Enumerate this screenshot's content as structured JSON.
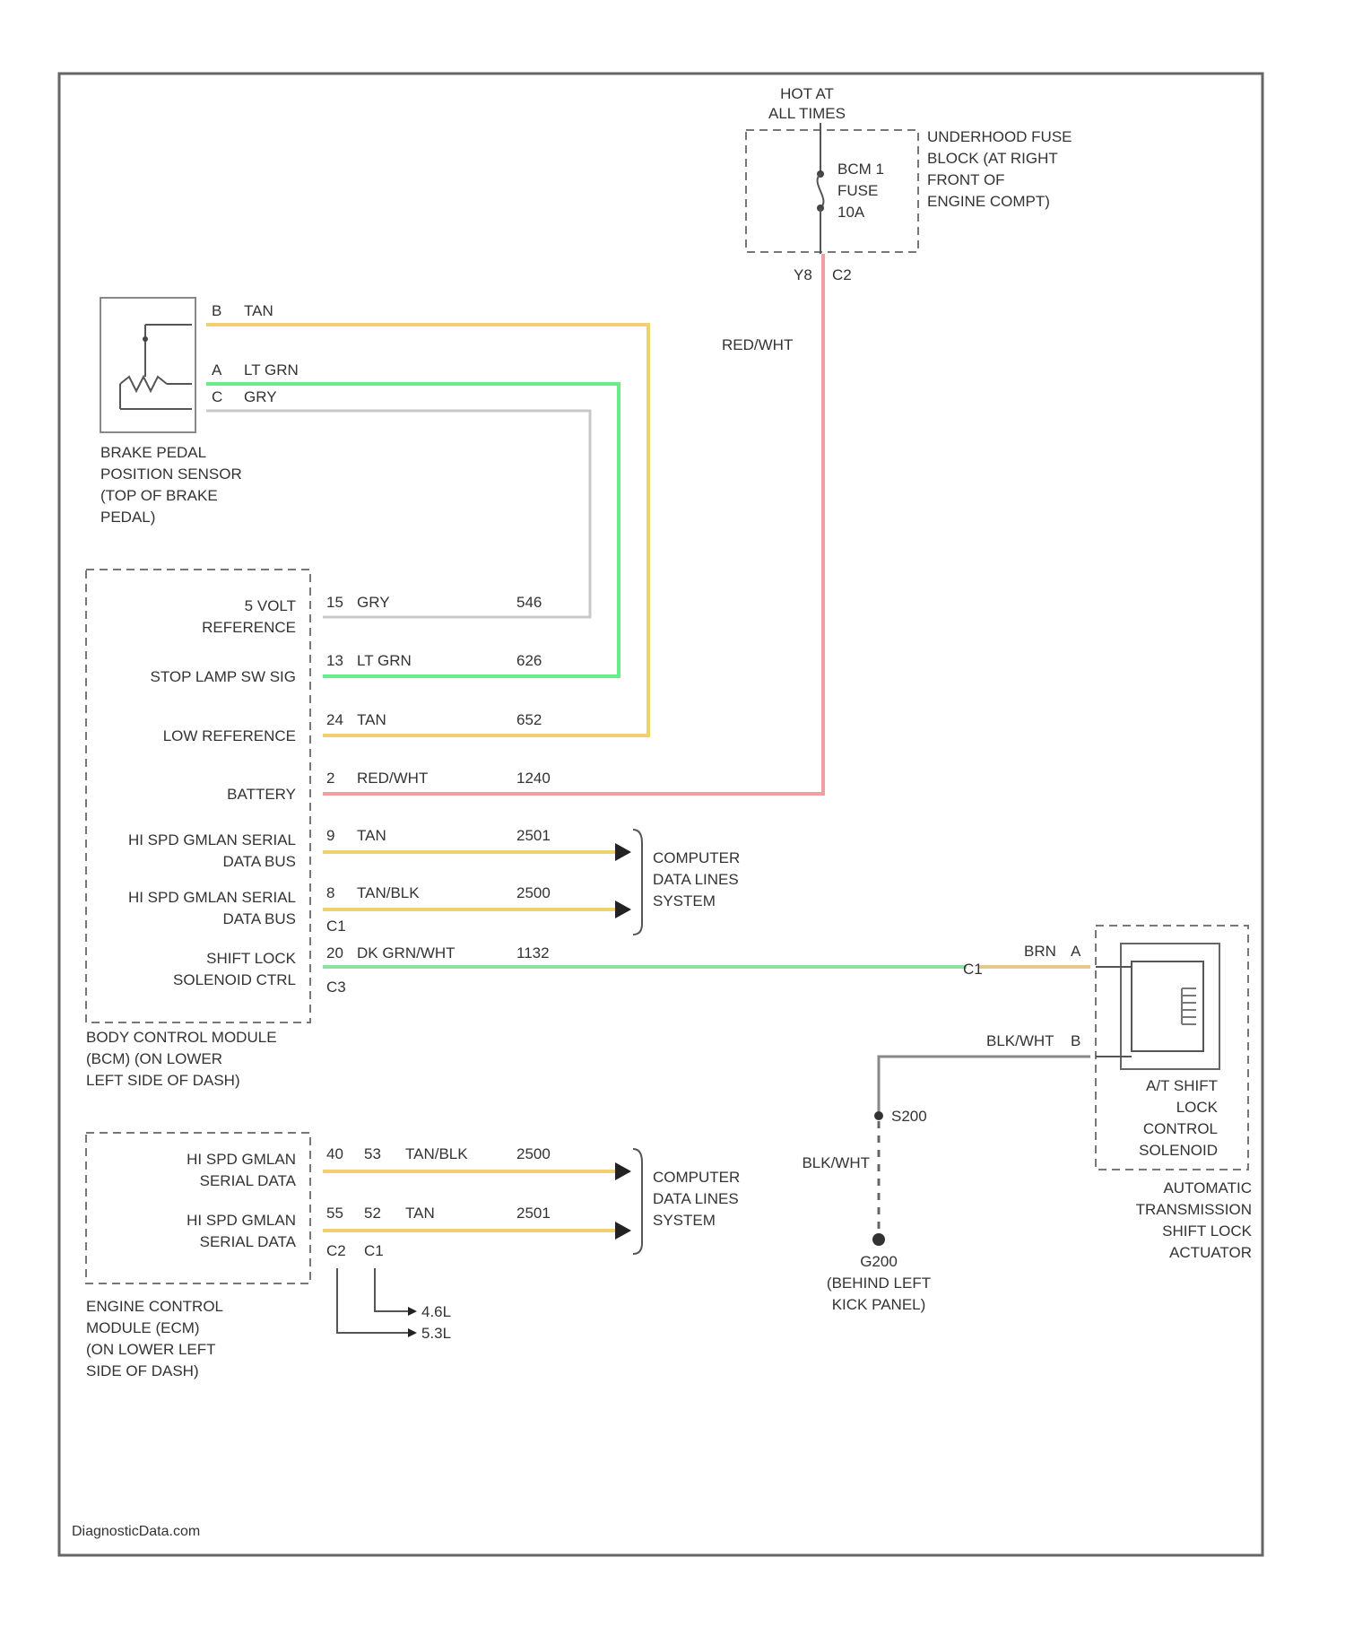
{
  "colors": {
    "tan": "#f0d070",
    "lt_grn": "#66ee88",
    "gry": "#c8c8c8",
    "red_wht": "#f0a0a0",
    "dk_grn_wht": "#90e0a0",
    "brn": "#e8c890",
    "blk_wht": "#888888",
    "line": "#555555",
    "frame": "#666666"
  },
  "fuse_block": {
    "hot_label": [
      "HOT AT",
      "ALL TIMES"
    ],
    "fuse_label": [
      "BCM 1",
      "FUSE",
      "10A"
    ],
    "name": [
      "UNDERHOOD FUSE",
      "BLOCK (AT RIGHT",
      "FRONT OF",
      "ENGINE COMPT)"
    ],
    "pin": "Y8",
    "connector": "C2",
    "wire_label": "RED/WHT"
  },
  "brake_sensor": {
    "name": [
      "BRAKE PEDAL",
      "POSITION SENSOR",
      "(TOP OF BRAKE",
      "PEDAL)"
    ],
    "pins": [
      {
        "pin": "B",
        "color": "TAN"
      },
      {
        "pin": "A",
        "color": "LT GRN"
      },
      {
        "pin": "C",
        "color": "GRY"
      }
    ]
  },
  "bcm": {
    "name": [
      "BODY CONTROL MODULE",
      "(BCM) (ON LOWER",
      "LEFT SIDE OF DASH)"
    ],
    "rows": [
      {
        "label": [
          "5 VOLT",
          "REFERENCE"
        ],
        "pin": "15",
        "color": "GRY",
        "circuit": "546",
        "conn": ""
      },
      {
        "label": [
          "STOP LAMP SW SIG"
        ],
        "pin": "13",
        "color": "LT GRN",
        "circuit": "626",
        "conn": ""
      },
      {
        "label": [
          "LOW REFERENCE"
        ],
        "pin": "24",
        "color": "TAN",
        "circuit": "652",
        "conn": ""
      },
      {
        "label": [
          "BATTERY"
        ],
        "pin": "2",
        "color": "RED/WHT",
        "circuit": "1240",
        "conn": ""
      },
      {
        "label": [
          "HI SPD GMLAN SERIAL",
          "DATA BUS"
        ],
        "pin": "9",
        "color": "TAN",
        "circuit": "2501",
        "conn": ""
      },
      {
        "label": [
          "HI SPD GMLAN SERIAL",
          "DATA BUS"
        ],
        "pin": "8",
        "color": "TAN/BLK",
        "circuit": "2500",
        "conn": "C1"
      },
      {
        "label": [
          "SHIFT LOCK",
          "SOLENOID CTRL"
        ],
        "pin": "20",
        "color": "DK GRN/WHT",
        "circuit": "1132",
        "conn": "C3"
      }
    ],
    "data_lines": [
      "COMPUTER",
      "DATA LINES",
      "SYSTEM"
    ]
  },
  "ecm": {
    "name": [
      "ENGINE CONTROL",
      "MODULE (ECM)",
      "(ON LOWER LEFT",
      "SIDE OF DASH)"
    ],
    "rows": [
      {
        "label": [
          "HI SPD GMLAN",
          "SERIAL DATA"
        ],
        "pin_a": "40",
        "pin_b": "53",
        "color": "TAN/BLK",
        "circuit": "2500"
      },
      {
        "label": [
          "HI SPD GMLAN",
          "SERIAL DATA"
        ],
        "pin_a": "55",
        "pin_b": "52",
        "color": "TAN",
        "circuit": "2501"
      }
    ],
    "conns": [
      "C2",
      "C1"
    ],
    "engines": [
      "4.6L",
      "5.3L"
    ],
    "data_lines": [
      "COMPUTER",
      "DATA LINES",
      "SYSTEM"
    ]
  },
  "actuator": {
    "inline_conn": "C1",
    "wire_a": "BRN",
    "pin_a": "A",
    "wire_b": "BLK/WHT",
    "pin_b": "B",
    "solenoid": [
      "A/T SHIFT",
      "LOCK",
      "CONTROL",
      "SOLENOID"
    ],
    "name": [
      "AUTOMATIC",
      "TRANSMISSION",
      "SHIFT LOCK",
      "ACTUATOR"
    ]
  },
  "ground": {
    "splice": "S200",
    "wire": "BLK/WHT",
    "name": [
      "G200",
      "(BEHIND LEFT",
      "KICK PANEL)"
    ]
  },
  "watermark": "DiagnosticData.com"
}
